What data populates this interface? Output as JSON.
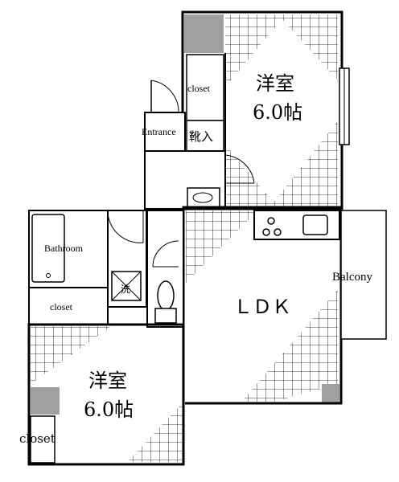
{
  "rooms": {
    "western_room_1": {
      "name": "洋室",
      "size": "6.0帖"
    },
    "western_room_2": {
      "name": "洋室",
      "size": "6.0帖"
    },
    "ldk": {
      "name": "ＬＤＫ"
    },
    "bathroom": {
      "name": "Bathroom"
    },
    "entrance": {
      "name": "Entrance"
    },
    "shoe_cupboard": {
      "name": "靴入"
    },
    "balcony": {
      "name": "Balcony"
    },
    "washer_pan": {
      "name": "洗"
    }
  },
  "closets": {
    "upper": "closet",
    "middle": "closet",
    "lower": "closet"
  },
  "colors": {
    "wall": "#000000",
    "pillar": "#a0a0a0",
    "floor_grid": "#000000",
    "background": "#ffffff"
  }
}
